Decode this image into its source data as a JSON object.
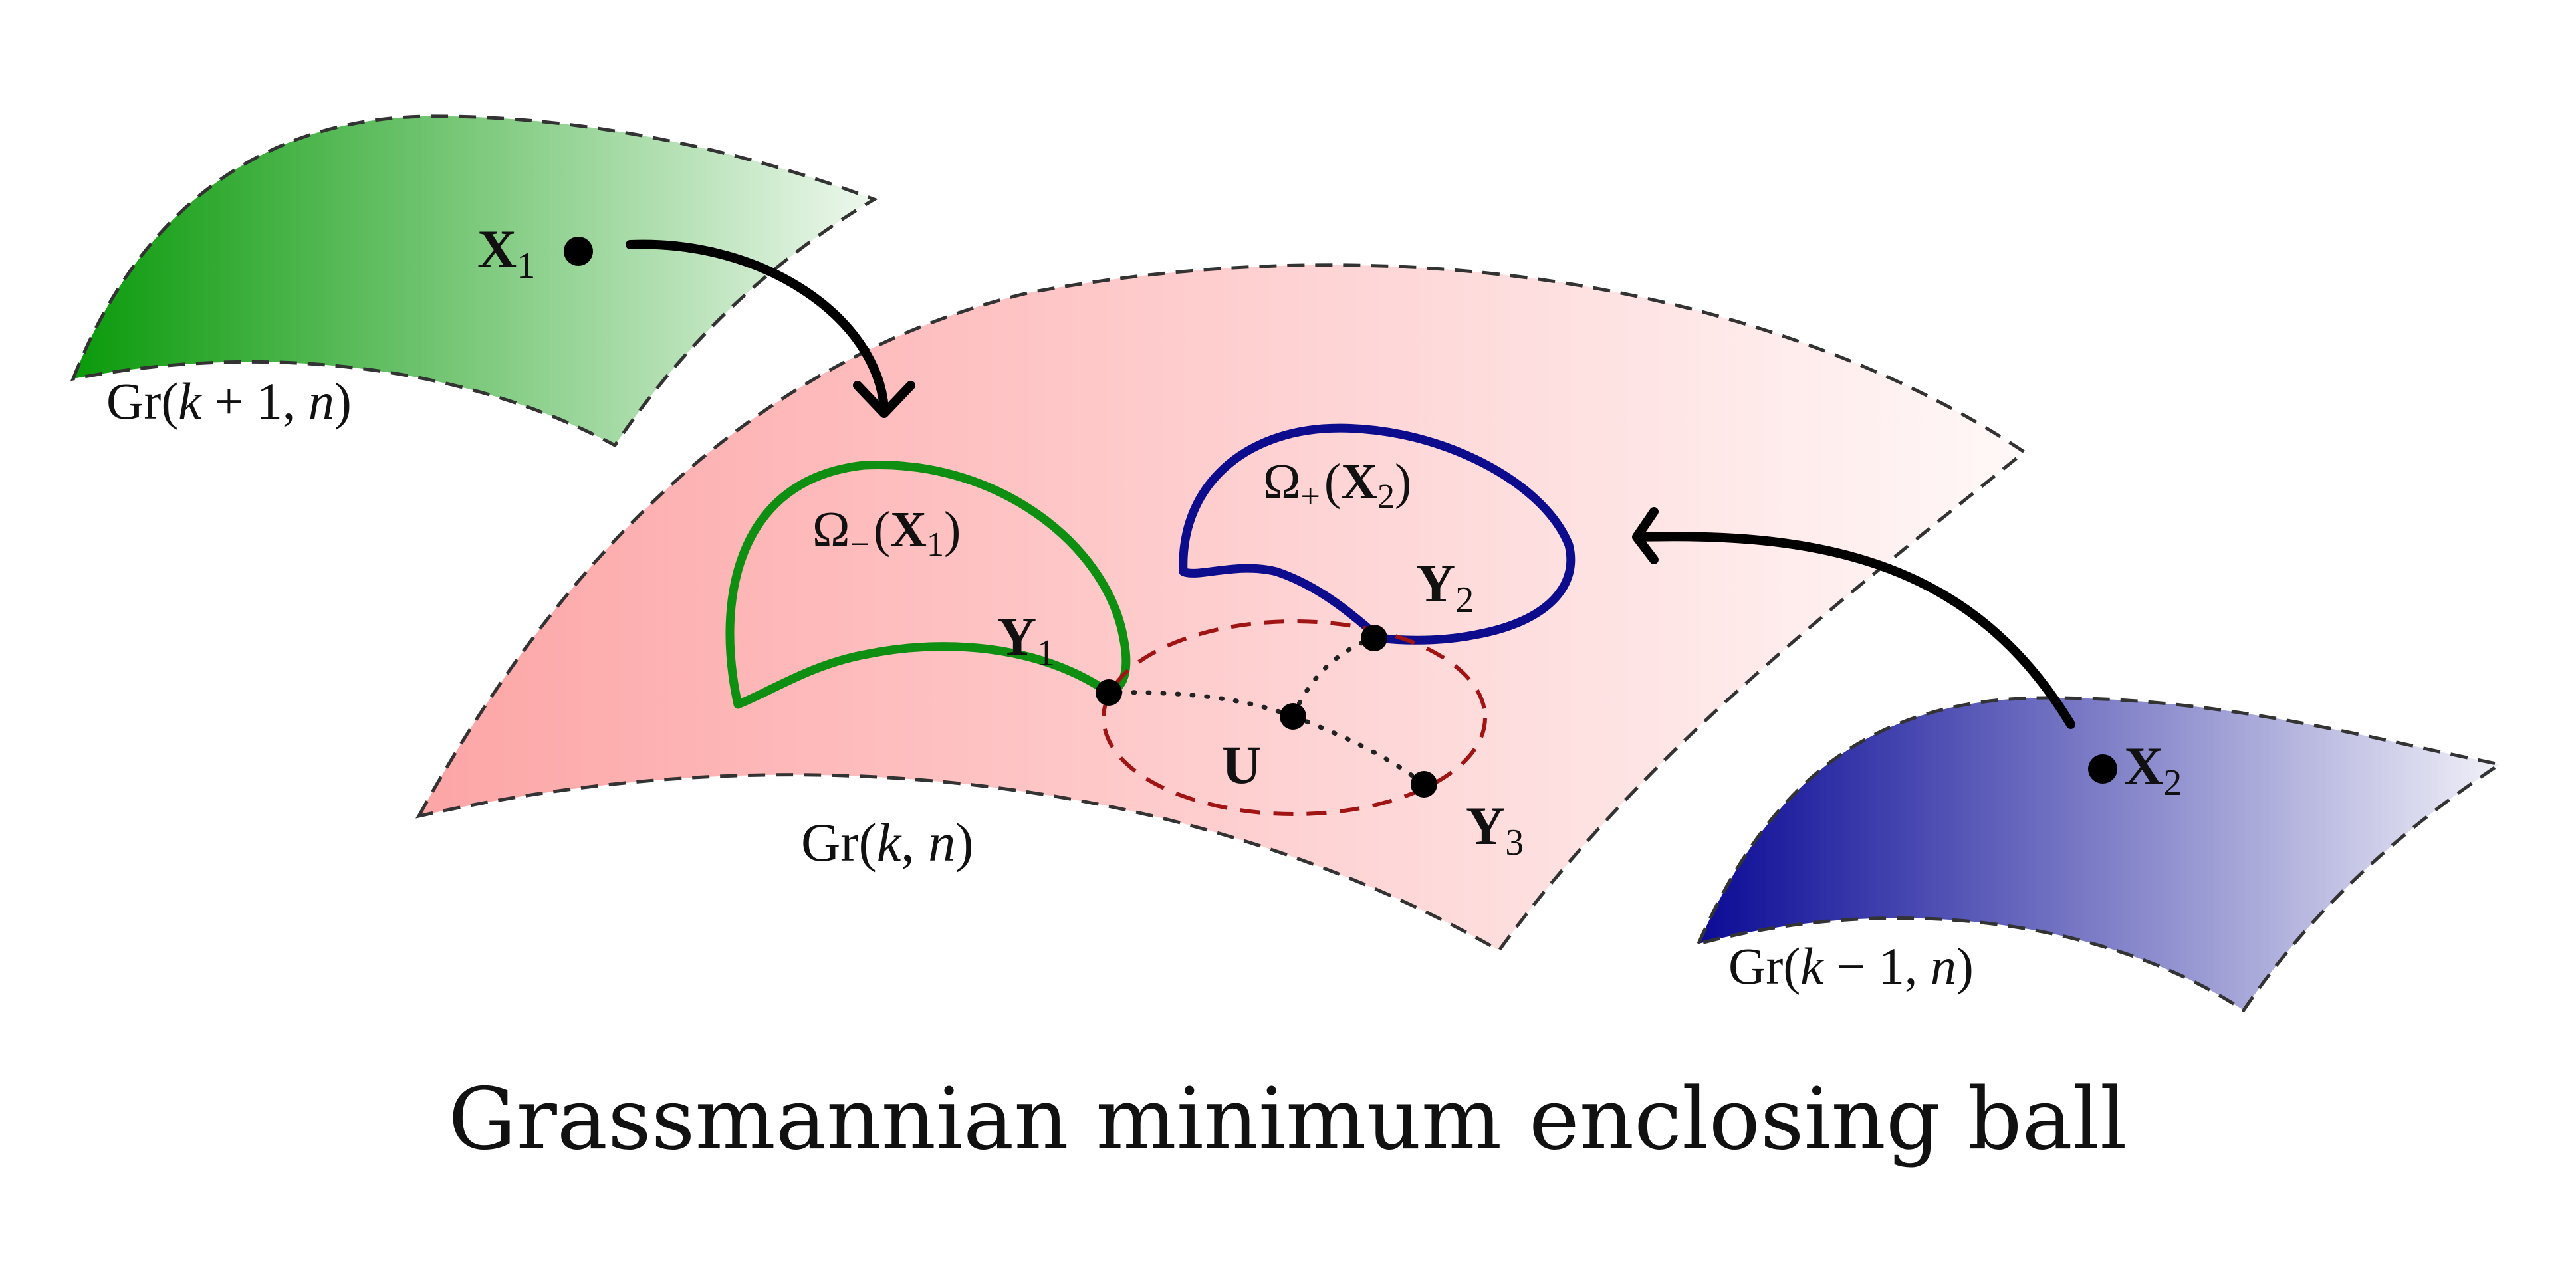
{
  "title": "Grassmannian minimum enclosing ball",
  "colors": {
    "green_dark": "#0a9a0a",
    "green_light": "#eaf6ea",
    "red_left": "#fda5a6",
    "red_right": "#fff6f6",
    "blue_dark": "#0a0a96",
    "blue_light": "#eeeef8",
    "omega_minus_stroke": "#0e8f12",
    "omega_plus_stroke": "#0c0c8c",
    "ball_stroke": "#a01414",
    "sheet_border": "#333333"
  },
  "sheets": {
    "upper": {
      "name": "Gr",
      "args_pre": "(",
      "k": "k",
      "mid": " + 1, ",
      "n": "n",
      "args_post": ")"
    },
    "middle": {
      "name": "Gr",
      "args_pre": "(",
      "k": "k",
      "mid": ", ",
      "n": "n",
      "args_post": ")"
    },
    "lower": {
      "name": "Gr",
      "args_pre": "(",
      "k": "k",
      "mid": " − 1, ",
      "n": "n",
      "args_post": ")"
    }
  },
  "points": {
    "x1": {
      "base": "X",
      "sub": "1"
    },
    "x2": {
      "base": "X",
      "sub": "2"
    },
    "y1": {
      "base": "Y",
      "sub": "1"
    },
    "y2": {
      "base": "Y",
      "sub": "2"
    },
    "y3": {
      "base": "Y",
      "sub": "3"
    },
    "u": {
      "base": "U"
    }
  },
  "regions": {
    "omega_minus": {
      "symbol": "Ω",
      "sign": "−",
      "open": "(",
      "arg": "X",
      "sub": "1",
      "close": ")"
    },
    "omega_plus": {
      "symbol": "Ω",
      "sign": "+",
      "open": "(",
      "arg": "X",
      "sub": "2",
      "close": ")"
    }
  },
  "icons": {
    "arrow_x1": "curved-arrow-icon",
    "arrow_x2": "curved-arrow-icon"
  }
}
